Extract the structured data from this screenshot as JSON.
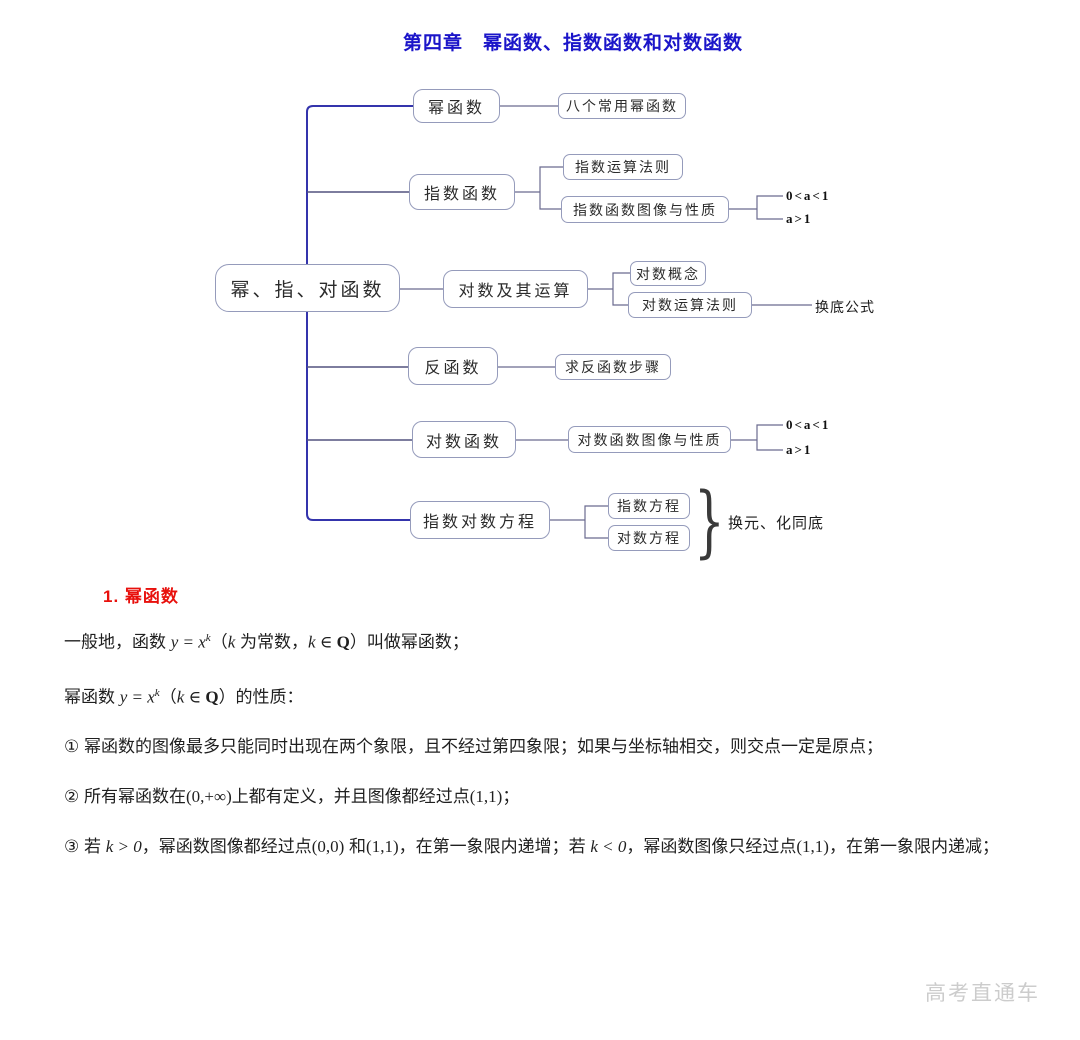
{
  "page": {
    "title": "第四章　幂函数、指数函数和对数函数",
    "watermark": "高考直通车"
  },
  "colors": {
    "title_blue": "#1b15c9",
    "heading_red": "#e8100c",
    "trunk_blue": "#3434ac",
    "connector_gray": "#6b6b8f",
    "box_border": "#959bbb"
  },
  "mindmap": {
    "root": "幂、指、对函数",
    "power": {
      "label": "幂函数",
      "common": "八个常用幂函数"
    },
    "exponential": {
      "label": "指数函数",
      "rule": "指数运算法则",
      "graph": "指数函数图像与性质",
      "case_small": "0<a<1",
      "case_big": "a>1"
    },
    "log_operation": {
      "label": "对数及其运算",
      "concept": "对数概念",
      "rule": "对数运算法则",
      "change_base": "换底公式"
    },
    "inverse": {
      "label": "反函数",
      "steps": "求反函数步骤"
    },
    "log_function": {
      "label": "对数函数",
      "graph": "对数函数图像与性质",
      "case_small": "0<a<1",
      "case_big": "a>1"
    },
    "equation": {
      "label": "指数对数方程",
      "exp_eq": "指数方程",
      "log_eq": "对数方程",
      "brace": "}",
      "method": "换元、化同底"
    }
  },
  "section": {
    "heading": "1. 幂函数",
    "p1": {
      "t1": "一般地，函数 ",
      "m1": "y = x",
      "sup1": "k",
      "t2": "（",
      "m2": "k",
      "t3": " 为常数，",
      "m3": "k",
      "t4": " ∈ ",
      "m4": "Q",
      "t5": "）叫做幂函数；"
    },
    "p2": {
      "t1": "幂函数 ",
      "m1": "y = x",
      "sup1": "k",
      "t2": "（",
      "m2": "k",
      "t3": " ∈ ",
      "m3": "Q",
      "t4": "）的性质："
    },
    "item1": {
      "t1": "① 幂函数的图像最多只能同时出现在两个象限，且不经过第四象限；如果与坐标轴相交，则交点一定是原点；"
    },
    "item2": {
      "t1": "② 所有幂函数在",
      "m1": "(0,+∞)",
      "t2": "上都有定义，并且图像都经过点",
      "m2": "(1,1)",
      "t3": "；"
    },
    "item3": {
      "t1": "③ 若 ",
      "m1": "k > 0",
      "t2": "，幂函数图像都经过点",
      "m2": "(0,0)",
      "t3": " 和",
      "m3": "(1,1)",
      "t4": "，在第一象限内递增；若 ",
      "m4": "k < 0",
      "t5": "，幂函数图像只经过点",
      "m5": "(1,1)",
      "t6": "，在第一象限内递减；"
    }
  }
}
